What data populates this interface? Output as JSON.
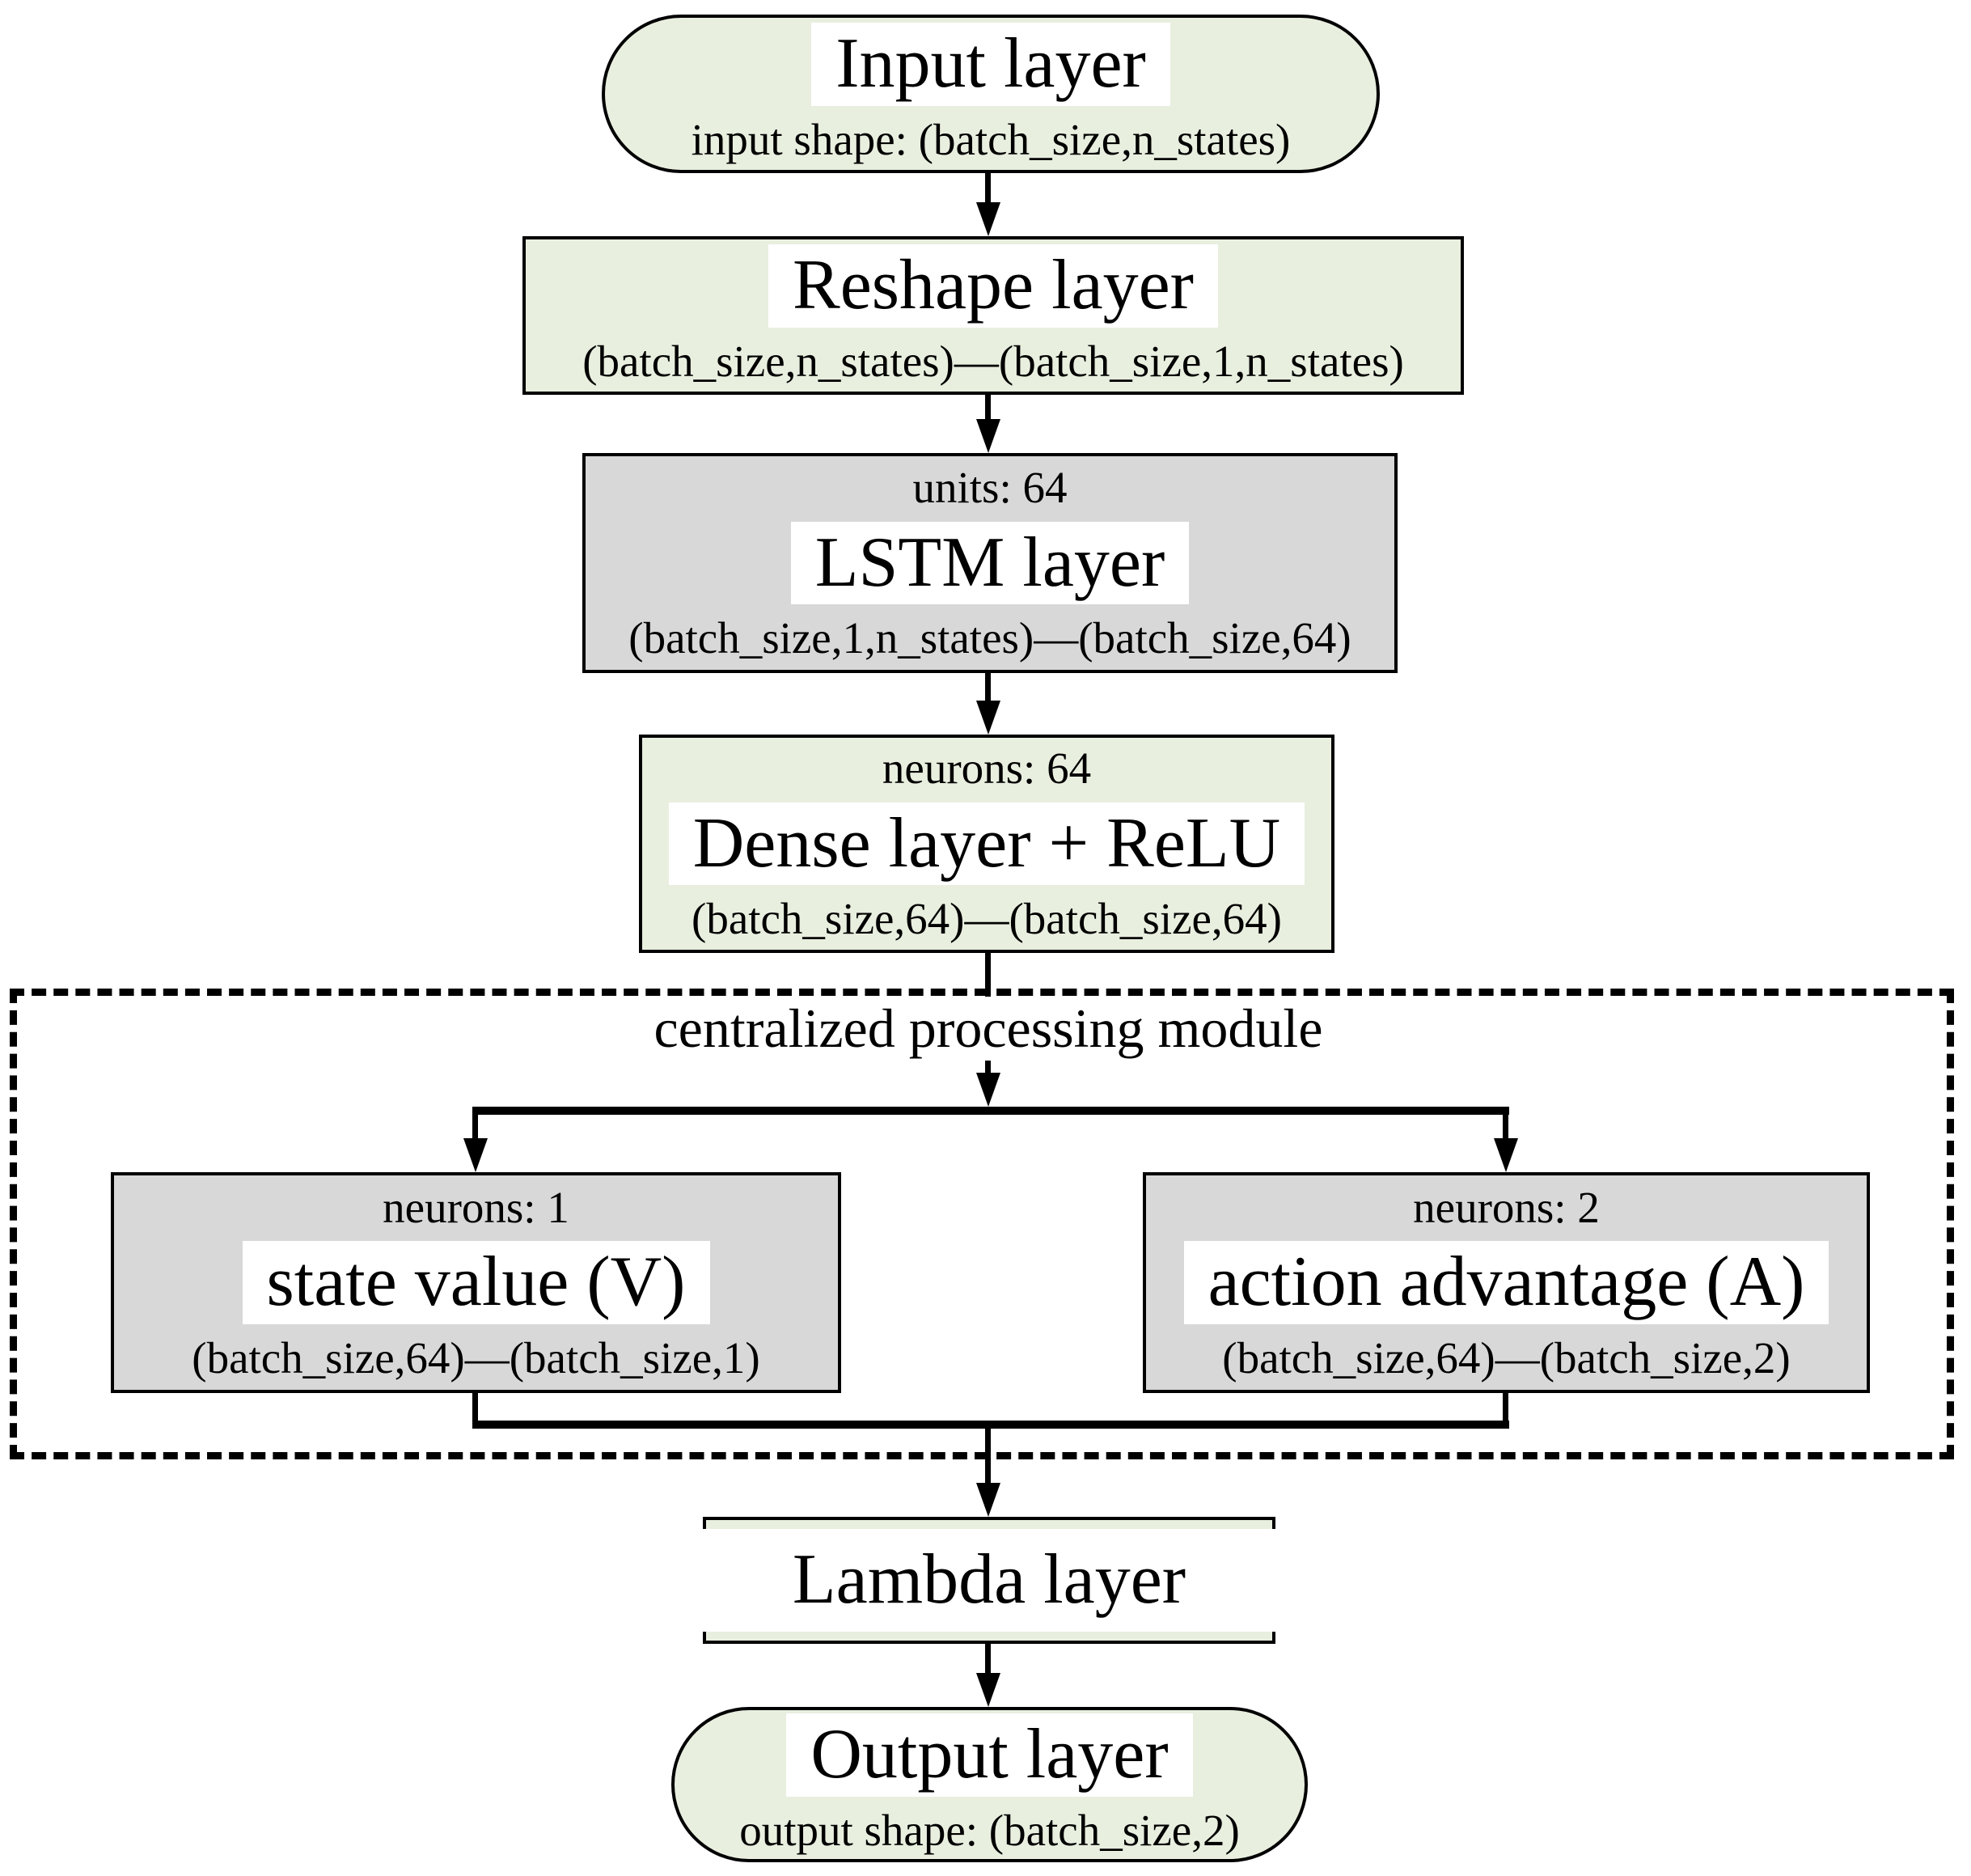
{
  "diagram": {
    "module_label": "centralized processing module",
    "nodes": {
      "input": {
        "title": "Input layer",
        "subtitle": "input shape: (batch_size,n_states)"
      },
      "reshape": {
        "title": "Reshape layer",
        "subtitle": "(batch_size,n_states)—(batch_size,1,n_states)"
      },
      "lstm": {
        "param": "units: 64",
        "title": "LSTM layer",
        "subtitle": "(batch_size,1,n_states)—(batch_size,64)"
      },
      "dense": {
        "param": "neurons: 64",
        "title": "Dense layer + ReLU",
        "subtitle": "(batch_size,64)—(batch_size,64)"
      },
      "state_value": {
        "param": "neurons: 1",
        "title": "state value (V)",
        "subtitle": "(batch_size,64)—(batch_size,1)"
      },
      "action_advantage": {
        "param": "neurons: 2",
        "title": "action advantage (A)",
        "subtitle": "(batch_size,64)—(batch_size,2)"
      },
      "lambda": {
        "title": "Lambda layer"
      },
      "output": {
        "title": "Output layer",
        "subtitle": "output shape: (batch_size,2)"
      }
    },
    "colors": {
      "green": "#e8efdf",
      "gray": "#d8d8d8",
      "line": "#000000"
    }
  }
}
